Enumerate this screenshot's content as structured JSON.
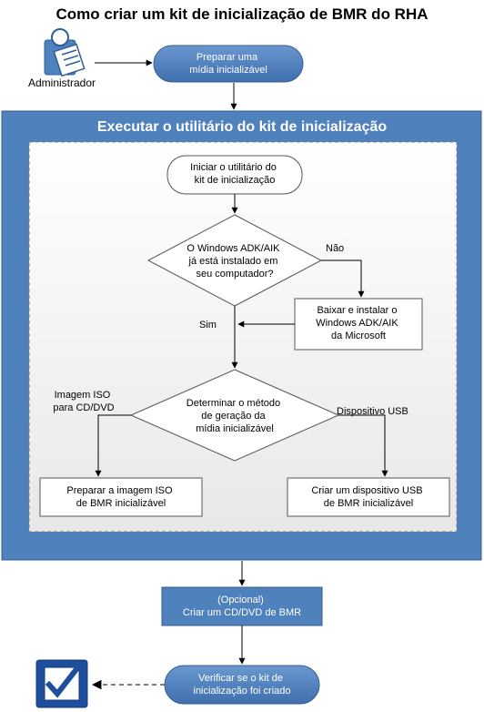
{
  "title": "Como criar um kit de inicialização de BMR do RHA",
  "actor": {
    "label": "Administrador",
    "icon": "administrator-clipboard-icon"
  },
  "steps": {
    "prepare_media": [
      "Preparar uma",
      "mídia inicializável"
    ],
    "start_utility": [
      "Iniciar o utilitário do",
      "kit de inicialização"
    ],
    "adk_question": [
      "O Windows ADK/AIK",
      "já está instalado em",
      "seu computador?"
    ],
    "download_adk": [
      "Baixar e instalar o",
      "Windows ADK/AIK",
      "da Microsoft"
    ],
    "method_decision": [
      "Determinar o método",
      "de geração da",
      "mídia inicializável"
    ],
    "prepare_iso": [
      "Preparar a imagem ISO",
      "de BMR inicializável"
    ],
    "create_usb": [
      "Criar um dispositivo USB",
      "de BMR inicializável"
    ],
    "optional_cd": [
      "(Opcional)",
      "Criar um CD/DVD de BMR"
    ],
    "verify": [
      "Verificar se o kit de",
      "inicialização foi criado"
    ]
  },
  "edge_labels": {
    "no": "Não",
    "yes": "Sim",
    "iso": [
      "Imagem ISO",
      "para CD/DVD"
    ],
    "usb": "Dispositivo USB"
  },
  "section": {
    "title": "Executar o utilitário do kit de inicialização"
  },
  "end_icon": "checkbox-check-icon",
  "colors": {
    "blue": "#4f81bd",
    "blue_dark": "#385d8a",
    "panel_bg": "#f2f2f2",
    "white": "#ffffff",
    "text": "#000000"
  }
}
